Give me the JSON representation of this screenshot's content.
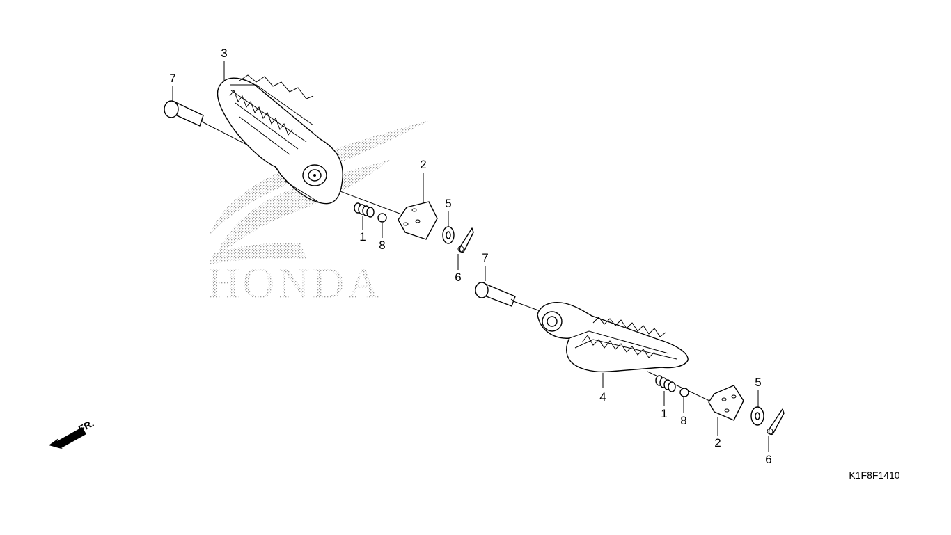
{
  "diagram": {
    "watermark_text": "HONDA",
    "diagram_code": "K1F8F1410",
    "front_arrow_label": "FR.",
    "callouts": {
      "upper_left_step": "3",
      "upper_pin": "7",
      "upper_spring": "1",
      "upper_ball": "8",
      "upper_plate": "2",
      "upper_washer": "5",
      "upper_cotter_pin": "6",
      "lower_pin": "7",
      "lower_step": "4",
      "lower_spring": "1",
      "lower_ball": "8",
      "lower_plate": "2",
      "lower_washer": "5",
      "lower_cotter_pin": "6"
    }
  }
}
